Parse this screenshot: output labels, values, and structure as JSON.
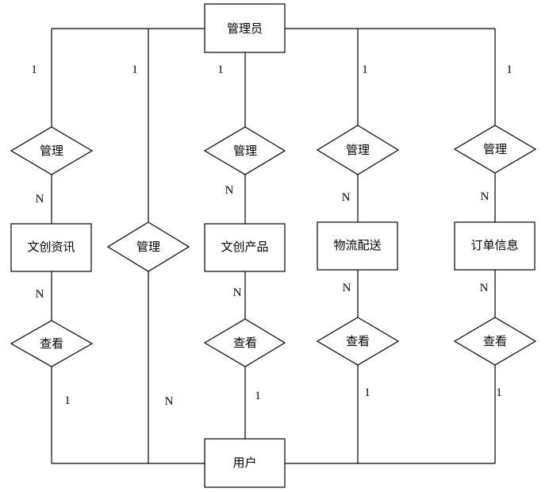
{
  "entities": {
    "admin": "管理员",
    "user": "用户",
    "news": "文创资讯",
    "product": "文创产品",
    "logistics": "物流配送",
    "order": "订单信息"
  },
  "relationships": {
    "manage_news": "管理",
    "manage_user": "管理",
    "manage_product": "管理",
    "manage_logistics": "管理",
    "manage_order": "管理",
    "view_news": "查看",
    "view_product": "查看",
    "view_logistics": "查看",
    "view_order": "查看"
  },
  "cardinalities": {
    "admin_news": "1",
    "admin_user": "1",
    "admin_product": "1",
    "admin_logistics": "1",
    "admin_order": "1",
    "news_manage": "N",
    "product_manage": "N",
    "logistics_manage": "N",
    "order_manage": "N",
    "news_view": "N",
    "product_view": "N",
    "logistics_view": "N",
    "order_view": "N",
    "user_news": "1",
    "user_manage": "N",
    "user_product": "1",
    "user_logistics": "1",
    "user_order": "1"
  }
}
